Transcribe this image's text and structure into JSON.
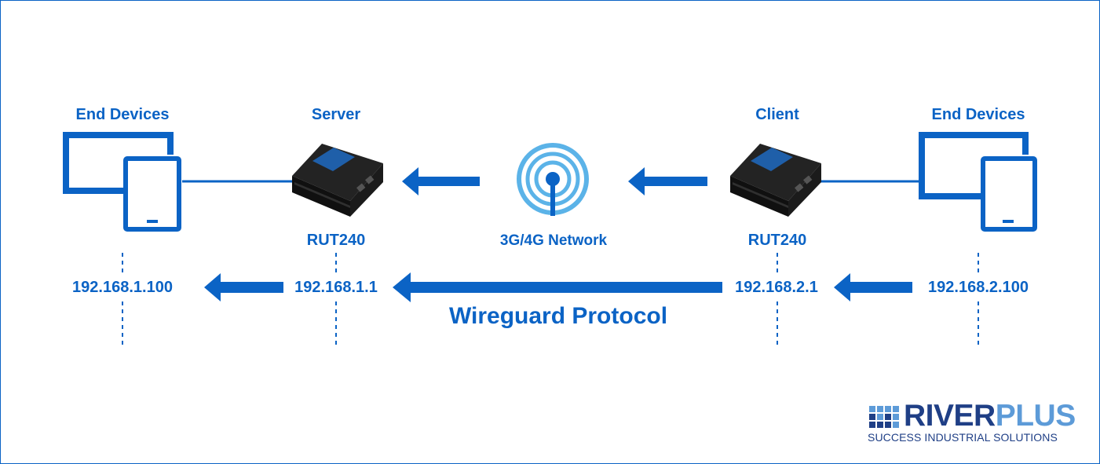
{
  "labels": {
    "end_devices_left": "End Devices",
    "server": "Server",
    "client": "Client",
    "end_devices_right": "End Devices",
    "router_left": "RUT240",
    "network": "3G/4G Network",
    "router_right": "RUT240",
    "ip_end_left": "192.168.1.100",
    "ip_server": "192.168.1.1",
    "ip_client": "192.168.2.1",
    "ip_end_right": "192.168.2.100",
    "protocol": "Wireguard Protocol"
  },
  "logo": {
    "word_river": "RIVER",
    "word_plus": "PLUS",
    "tagline": "SUCCESS INDUSTRIAL SOLUTIONS"
  },
  "colors": {
    "primary_blue": "#0b63c5",
    "antenna_blue": "#5bb3e8",
    "router_dark": "#1a1a1a",
    "logo_dark": "#1f3f86",
    "logo_light": "#5d9bd8"
  },
  "icons": [
    "monitor-icon",
    "tablet-icon",
    "router-icon",
    "antenna-icon",
    "arrow-left-icon"
  ]
}
